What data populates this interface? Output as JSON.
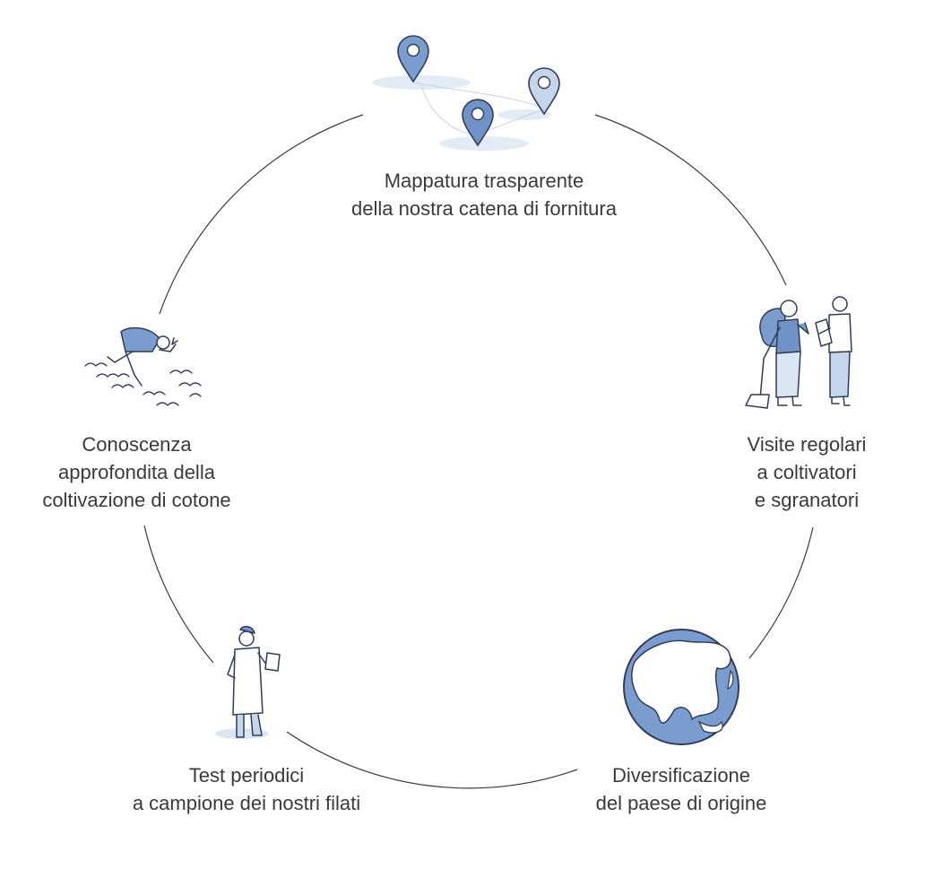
{
  "colors": {
    "ink": "#2f3d55",
    "accent_blue": "#6f93c8",
    "light_blue": "#bfd2ea",
    "pale_blue": "#dbe6f4",
    "circle_line": "#3a3a3a"
  },
  "steps": [
    {
      "id": "mapping",
      "icon": "map-pins-icon",
      "lines": [
        "Mappatura trasparente",
        "della nostra catena di fornitura"
      ]
    },
    {
      "id": "visits",
      "icon": "farmers-visit-icon",
      "lines": [
        "Visite regolari",
        "a coltivatori",
        "e sgranatori"
      ]
    },
    {
      "id": "diversification",
      "icon": "globe-icon",
      "lines": [
        "Diversificazione",
        "del paese di origine"
      ]
    },
    {
      "id": "testing",
      "icon": "lab-tester-icon",
      "lines": [
        "Test periodici",
        "a campione dei nostri filati"
      ]
    },
    {
      "id": "knowledge",
      "icon": "cotton-farmer-icon",
      "lines": [
        "Conoscenza",
        "approfondita della",
        "coltivazione di cotone"
      ]
    }
  ]
}
